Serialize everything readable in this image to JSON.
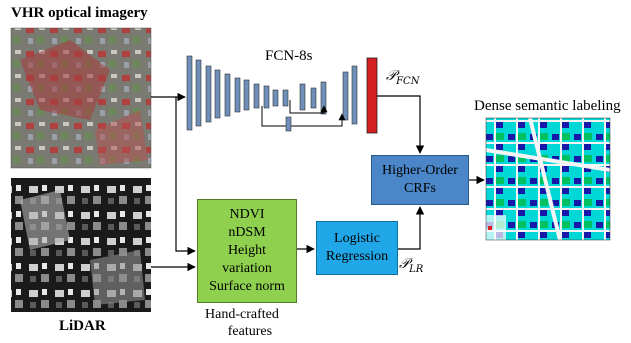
{
  "inputs": {
    "optical_label": "VHR optical imagery",
    "lidar_label": "LiDAR"
  },
  "network": {
    "name": "FCN-8s",
    "output_symbol": "𝒫",
    "output_subscript": "FCN"
  },
  "features": {
    "lines": [
      "NDVI",
      "nDSM",
      "Height",
      "variation",
      "Surface norm"
    ],
    "caption_line1": "Hand-crafted",
    "caption_line2": "features"
  },
  "logistic": {
    "line1": "Logistic",
    "line2": "Regression",
    "output_symbol": "𝒫",
    "output_subscript": "LR"
  },
  "crf": {
    "line1": "Higher-Order",
    "line2": "CRFs"
  },
  "result": {
    "label": "Dense semantic labeling"
  },
  "colors": {
    "fcn_bar": "#6f8fb8",
    "fcn_output": "#d42020",
    "features_box": "#8fd14f",
    "logistic_box": "#1fa7e8",
    "crf_box": "#4a86c8",
    "label_building": "#1818a8",
    "label_vegetation": "#00c060",
    "label_tree": "#00e0e0",
    "label_road": "#f4f4f4"
  }
}
